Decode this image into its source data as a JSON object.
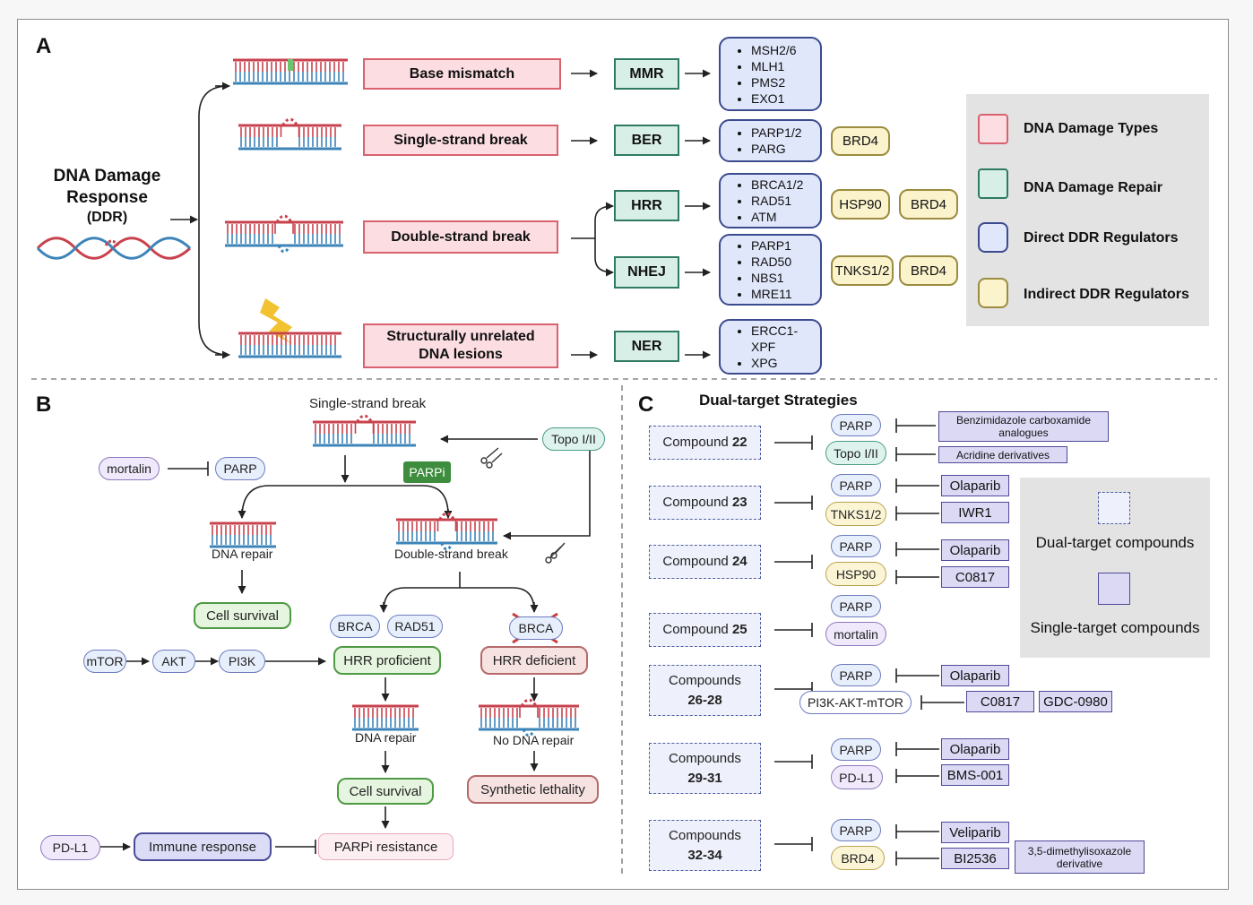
{
  "panels": {
    "a": "A",
    "b": "B",
    "c": "C"
  },
  "panel_a": {
    "ddr_line1": "DNA Damage",
    "ddr_line2": "Response",
    "ddr_line3": "(DDR)",
    "damage_types": [
      "Base mismatch",
      "Single-strand break",
      "Double-strand break",
      "Structurally unrelated",
      "DNA lesions"
    ],
    "repair": [
      "MMR",
      "BER",
      "HRR",
      "NHEJ",
      "NER"
    ],
    "direct": {
      "mmr": [
        "MSH2/6",
        "MLH1",
        "PMS2",
        "EXO1"
      ],
      "ber": [
        "PARP1/2",
        "PARG"
      ],
      "hrr": [
        "BRCA1/2",
        "RAD51",
        "ATM"
      ],
      "nhej": [
        "PARP1",
        "RAD50",
        "NBS1",
        "MRE11"
      ],
      "ner": [
        "ERCC1-",
        "XPF",
        "XPG"
      ]
    },
    "indirect": [
      "BRD4",
      "HSP90",
      "BRD4",
      "TNKS1/2",
      "BRD4"
    ],
    "legend": [
      "DNA Damage Types",
      "DNA Damage Repair",
      "Direct DDR Regulators",
      "Indirect DDR Regulators"
    ]
  },
  "panel_b": {
    "ssb": "Single-strand break",
    "topo": "Topo I/II",
    "mortalin": "mortalin",
    "parp": "PARP",
    "parpi": "PARPi",
    "dna_repair": "DNA repair",
    "dsb": "Double-strand break",
    "cell_survival": "Cell survival",
    "brca": "BRCA",
    "rad51": "RAD51",
    "brca_x": "BRCA",
    "mtor": "mTOR",
    "akt": "AKT",
    "pi3k": "PI3K",
    "hrr_prof": "HRR proficient",
    "hrr_def": "HRR deficient",
    "dna_repair2": "DNA repair",
    "no_repair": "No DNA repair",
    "cell_survival2": "Cell survival",
    "synth": "Synthetic lethality",
    "pdl1": "PD-L1",
    "immune": "Immune response",
    "resistance": "PARPi resistance"
  },
  "panel_c": {
    "title": "Dual-target Strategies",
    "compounds": [
      {
        "l1": "Compound",
        "l2": "22"
      },
      {
        "l1": "Compound",
        "l2": "23"
      },
      {
        "l1": "Compound",
        "l2": "24"
      },
      {
        "l1": "Compound",
        "l2": "25"
      },
      {
        "l1": "Compounds",
        "l2": "26-28"
      },
      {
        "l1": "Compounds",
        "l2": "29-31"
      },
      {
        "l1": "Compounds",
        "l2": "32-34"
      }
    ],
    "targets": [
      "PARP",
      "Topo I/II",
      "PARP",
      "TNKS1/2",
      "PARP",
      "HSP90",
      "PARP",
      "mortalin",
      "PARP",
      "PI3K-AKT-mTOR",
      "PARP",
      "PD-L1",
      "PARP",
      "BRD4"
    ],
    "singles": [
      "Benzimidazole carboxamide analogues",
      "Acridine derivatives",
      "Olaparib",
      "IWR1",
      "Olaparib",
      "C0817",
      "Olaparib",
      "C0817",
      "GDC-0980",
      "Olaparib",
      "BMS-001",
      "Veliparib",
      "BI2536",
      "3,5-dimethylisoxazole derivative"
    ],
    "legend": [
      "Dual-target compounds",
      "Single-target compounds"
    ]
  },
  "colors": {
    "damage": "#fbdde2",
    "repair": "#d8efe8",
    "direct": "#e0e7fb",
    "indirect": "#fbf3cc",
    "dna_red": "#c8424d",
    "dna_blue": "#3d84b8"
  }
}
